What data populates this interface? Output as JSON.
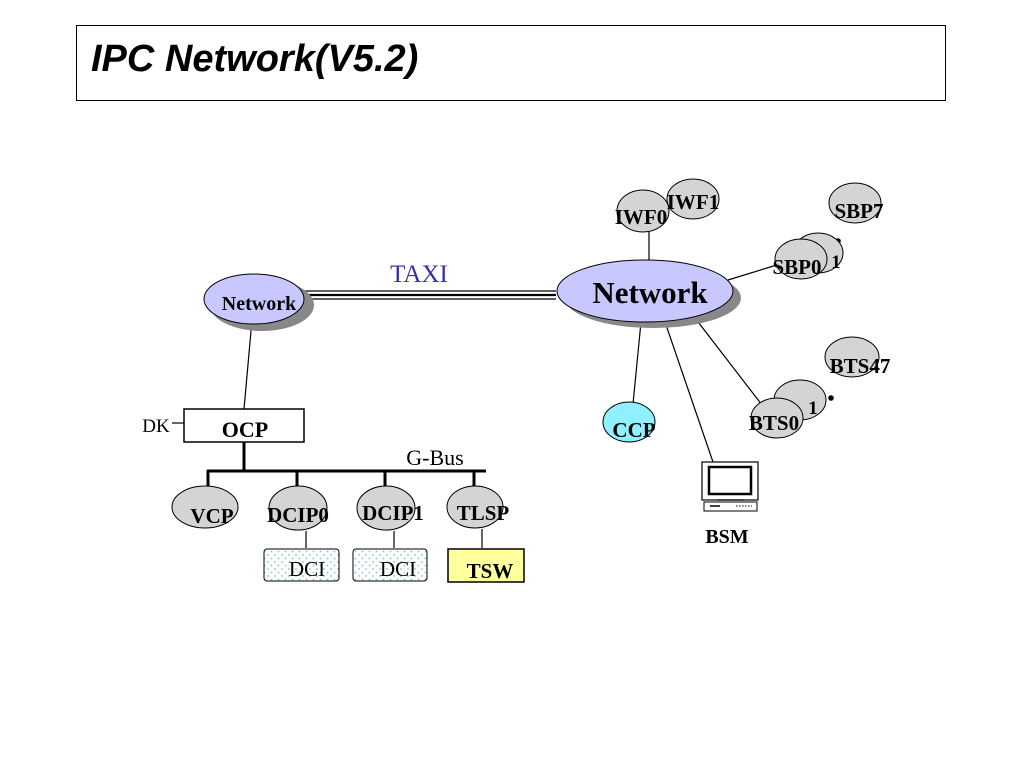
{
  "title": "IPC Network(V5.2)",
  "colors": {
    "network_fill": "#c8c8ff",
    "node_fill": "#d4d4d4",
    "ccp_fill": "#8ff0ff",
    "tsw_fill": "#ffff9e",
    "taxi_label": "#3030b0",
    "dci_dots": "#7fc8c8"
  },
  "diagram": {
    "taxi_label": "TAXI",
    "gbus_label": "G-Bus",
    "left_network": "Network",
    "right_network": "Network",
    "ocp": "OCP",
    "dk": "DK",
    "vcp": "VCP",
    "dcip0": "DCIP0",
    "dcip1": "DCIP1",
    "tlsp": "TLSP",
    "dci0": "DCI",
    "dci1": "DCI",
    "tsw": "TSW",
    "iwf0": "IWF0",
    "iwf1": "IWF1",
    "sbp0": "SBP0",
    "sbp_mid": "1",
    "sbp7": "SBP7",
    "bts0": "BTS0",
    "bts_mid": "1",
    "bts47": "BTS47",
    "ccp": "CCP",
    "bsm": "BSM",
    "bsm_icon": "computer-terminal-icon"
  }
}
